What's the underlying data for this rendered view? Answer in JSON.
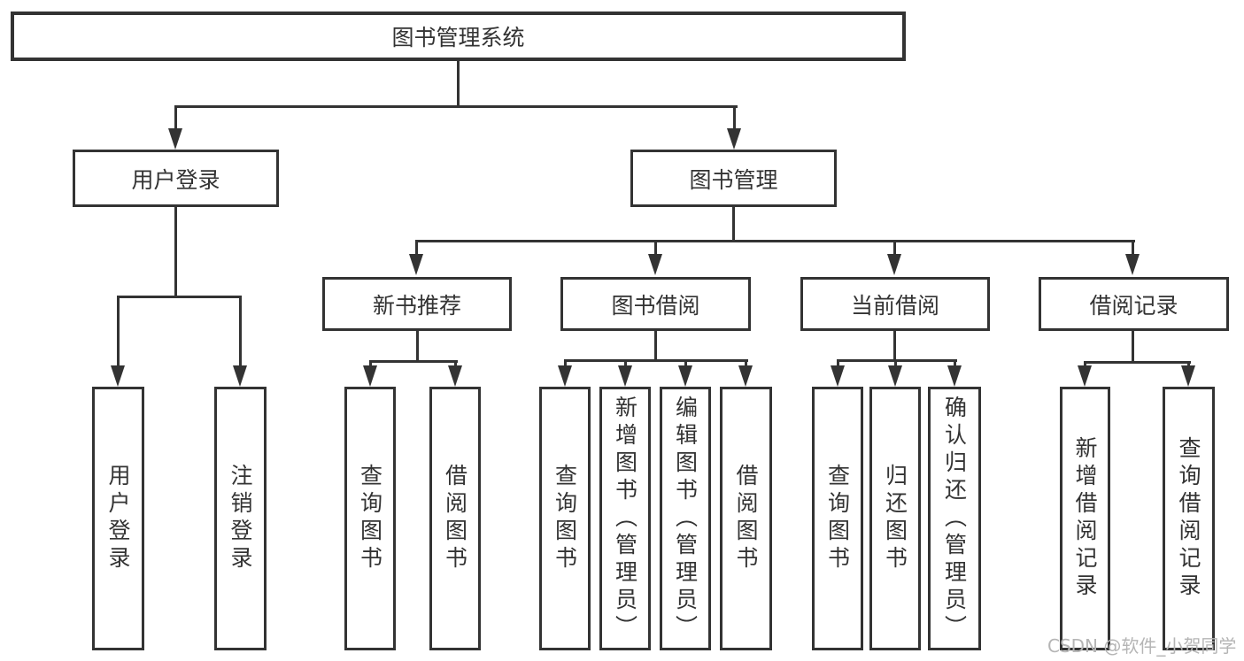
{
  "diagram": {
    "root": "图书管理系统",
    "level2": {
      "user_login": "用户登录",
      "book_management": "图书管理"
    },
    "user_login_children": {
      "login": "用户登录",
      "logout": "注销登录"
    },
    "book_management_children": {
      "new_book_rec": "新书推荐",
      "book_borrow": "图书借阅",
      "current_borrow": "当前借阅",
      "borrow_records": "借阅记录"
    },
    "new_book_rec_children": {
      "query_books": "查询图书",
      "borrow_books": "借阅图书"
    },
    "book_borrow_children": {
      "query_books": "查询图书",
      "add_books_admin": "新增图书（管理员）",
      "edit_books_admin": "编辑图书（管理员）",
      "borrow_books": "借阅图书"
    },
    "current_borrow_children": {
      "query_books": "查询图书",
      "return_books": "归还图书",
      "confirm_return_admin": "确认归还（管理员）"
    },
    "borrow_records_children": {
      "add_borrow_record": "新增借阅记录",
      "query_borrow_record": "查询借阅记录"
    }
  },
  "watermark": "CSDN @软件_小贺同学",
  "colors": {
    "line": "#333333",
    "text": "#333333",
    "background": "#ffffff",
    "watermark": "#b5b5b5"
  }
}
